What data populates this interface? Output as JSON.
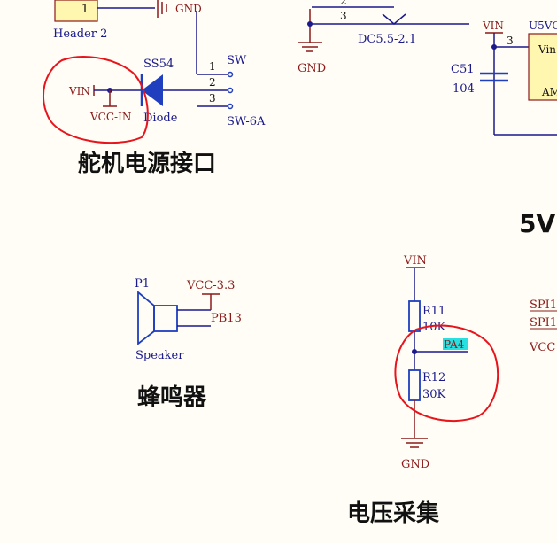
{
  "colors": {
    "background": "#fffdf5",
    "wire": "#1a1a8c",
    "power": "#8b1a1a",
    "component": "#1f3fbf",
    "annotation": "#e8141c",
    "netlabel_bg": "#29e0e0",
    "header_fill": "#fff6b0"
  },
  "servo": {
    "header_pin": "1",
    "header_label": "Header 2",
    "gnd_top": "GND",
    "vin": "VIN",
    "vcc_in": "VCC-IN",
    "diode_name": "SS54",
    "diode_type": "Diode",
    "switch_name": "SW",
    "switch_type": "SW-6A",
    "pin1": "1",
    "pin2": "2",
    "pin3": "3",
    "title": "舵机电源接口"
  },
  "dc_jack": {
    "pin2": "2",
    "pin3": "3",
    "name": "DC5.5-2.1",
    "gnd": "GND"
  },
  "reg5v": {
    "vin": "VIN",
    "ref": "U5VC",
    "pin": "3",
    "vin_pin": "Vin",
    "am": "AM",
    "cap_ref": "C51",
    "cap_val": "104",
    "title_partial": "5V"
  },
  "speaker": {
    "ref": "P1",
    "vcc": "VCC-3.3",
    "net": "PB13",
    "name": "Speaker",
    "title": "蜂鸣器"
  },
  "voltage": {
    "vin": "VIN",
    "r11": "R11",
    "r11_val": "10K",
    "net": "PA4",
    "r12": "R12",
    "r12_val": "30K",
    "gnd": "GND",
    "title": "电压采集"
  },
  "spi": {
    "spi1a": "SPI1",
    "spi1b": "SPI1",
    "vcc": "VCC"
  }
}
